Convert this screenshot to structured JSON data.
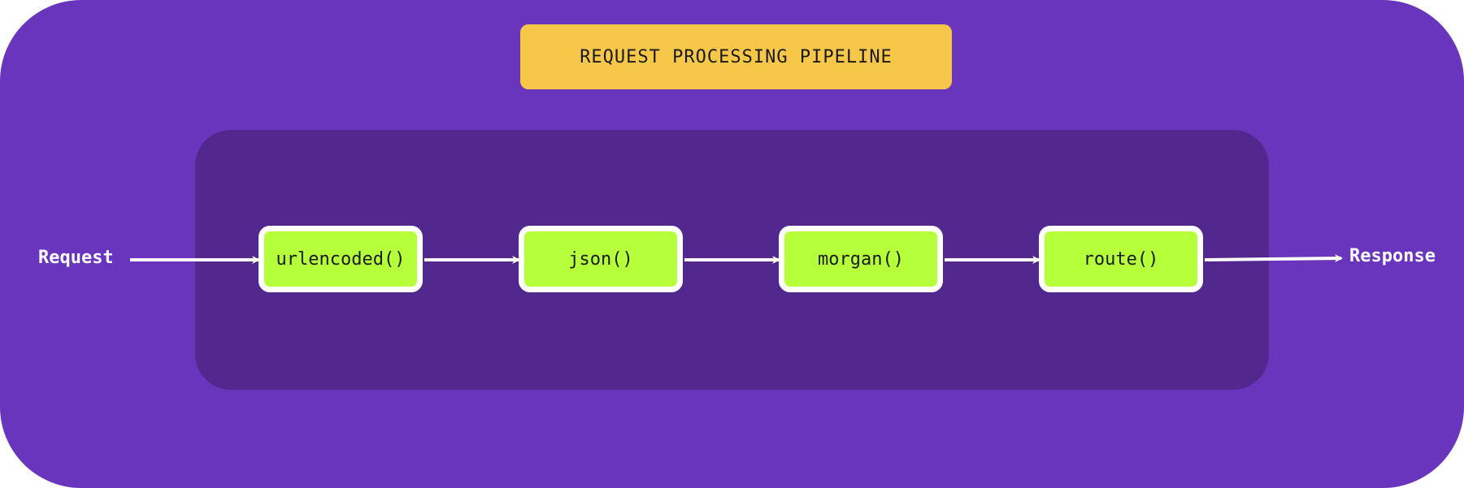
{
  "diagram": {
    "title": "REQUEST PROCESSING PIPELINE",
    "input_label": "Request",
    "output_label": "Response",
    "nodes": [
      {
        "label": "urlencoded()"
      },
      {
        "label": "json()"
      },
      {
        "label": "morgan()"
      },
      {
        "label": "route()"
      }
    ]
  },
  "colors": {
    "background": "#6a35bd",
    "inner_panel": "#52288f",
    "title_box": "#f7c74a",
    "node_fill": "#b6ff3b",
    "node_border": "#ffffff",
    "arrow": "#ffffff"
  }
}
